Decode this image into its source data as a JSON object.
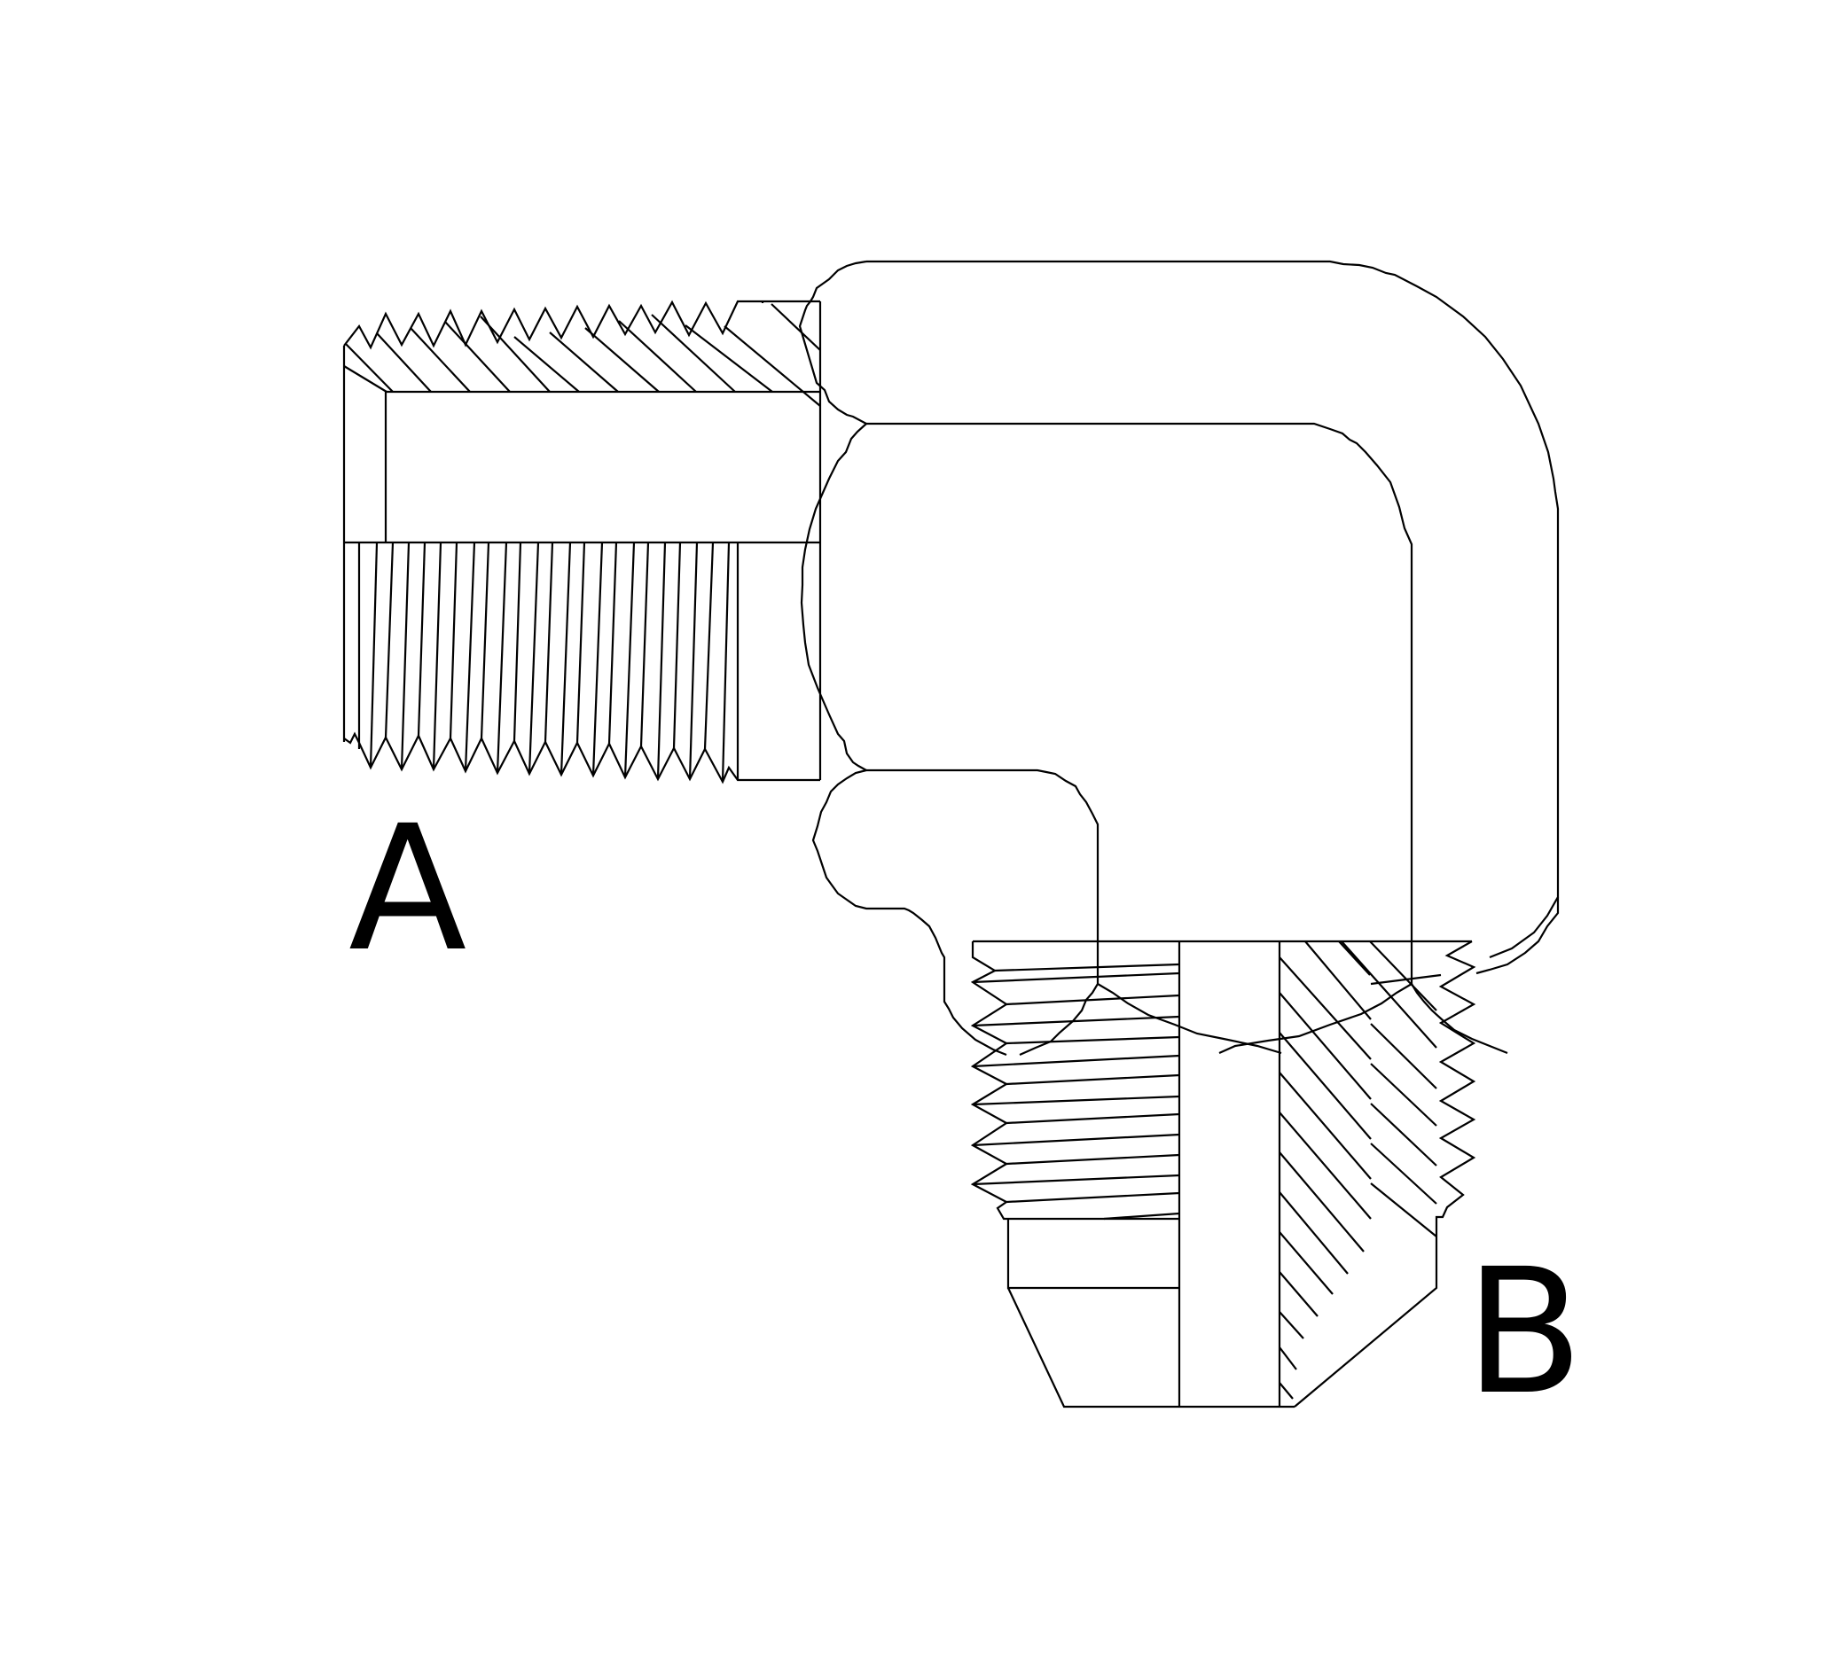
{
  "diagram": {
    "subject": "90-degree elbow pipe fitting (male pipe thread x male flare)",
    "line_color": "#000000",
    "background": "#ffffff",
    "ports": [
      {
        "id": "A",
        "label": "A",
        "description": "horizontal male threaded port (left)"
      },
      {
        "id": "B",
        "label": "B",
        "description": "vertical male threaded port with flare seat (bottom)"
      }
    ]
  }
}
